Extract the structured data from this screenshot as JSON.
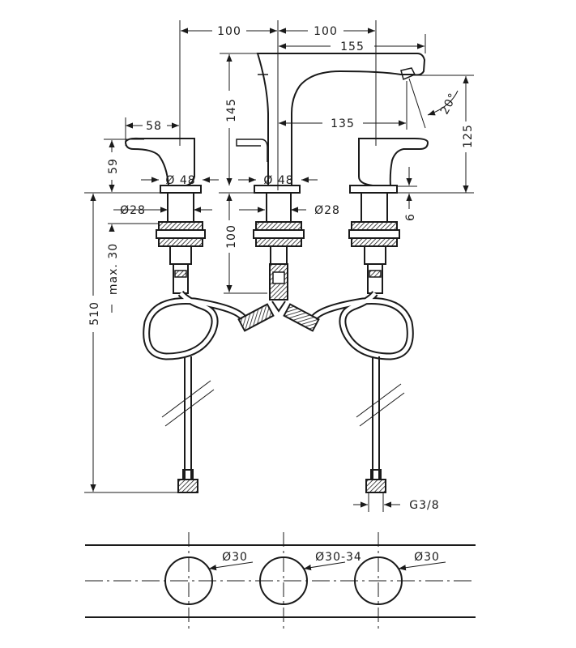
{
  "dimensions": {
    "spacing_left": "100",
    "spacing_right": "100",
    "spout_reach": "155",
    "spout_height": "145",
    "spout_outlet_reach": "135",
    "outlet_angle": "20°",
    "outlet_height": "125",
    "handle_width": "58",
    "handle_height": "59",
    "handle_base_dia": "Ø 48",
    "spout_base_dia": "Ø 48",
    "shank_dia_left": "Ø28",
    "shank_dia_right": "Ø28",
    "escutcheon_thickness": "6",
    "shank_length": "100",
    "max_deck_thickness": "max. 30",
    "hose_length": "510",
    "thread": "G3/8",
    "hole_left": "Ø30",
    "hole_center": "Ø30-34",
    "hole_right": "Ø30"
  },
  "colors": {
    "line": "#1a1a1a",
    "background": "#ffffff"
  }
}
